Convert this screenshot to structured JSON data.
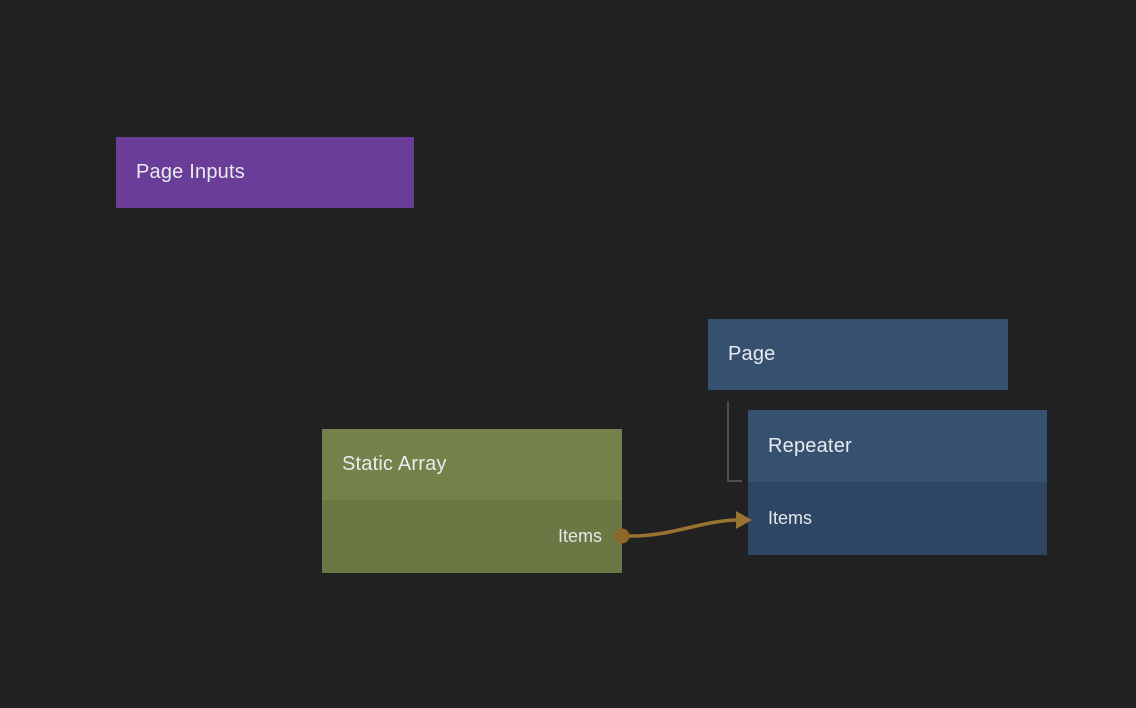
{
  "canvas": {
    "type": "visual-node-graph-editor"
  },
  "colors": {
    "background": "#212121",
    "page_inputs_node": "#6a3d98",
    "component_node_header": "#365070",
    "component_node_body": "#2e4663",
    "data_node_header": "#74814b",
    "data_node_body": "#6a7943",
    "connection_wire": "#9a7330",
    "output_port_dot": "#8c6827",
    "hierarchy_line": "#4f4f4f",
    "node_text": "#e9ecef"
  },
  "nodes": {
    "page_inputs": {
      "title": "Page Inputs"
    },
    "page": {
      "title": "Page"
    },
    "repeater": {
      "title": "Repeater",
      "input_port": "Items"
    },
    "static_array": {
      "title": "Static Array",
      "output_port": "Items"
    }
  },
  "connections": [
    {
      "type": "data-wire",
      "from": "Static Array.Items",
      "to": "Repeater.Items"
    },
    {
      "type": "hierarchy",
      "from": "Page",
      "to": "Repeater"
    }
  ]
}
